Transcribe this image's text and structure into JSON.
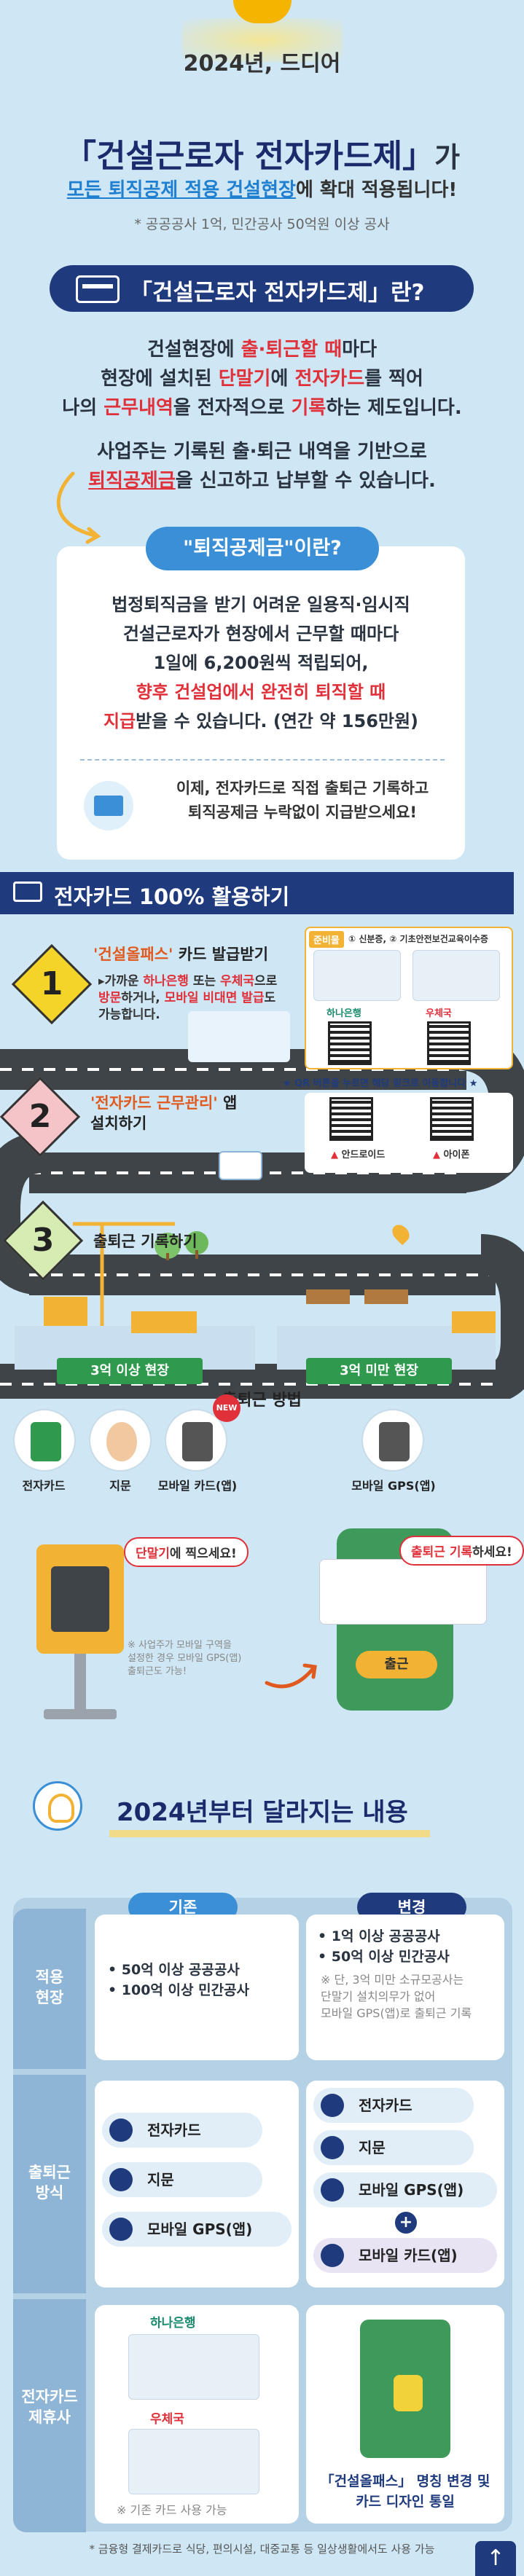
{
  "hero": {
    "year": "2024년, 드디어",
    "title_main": "「건설근로자 전자카드제」",
    "title_suffix": "가",
    "sub_hl": "모든 퇴직공제 적용 건설현장",
    "sub_rest": "에 확대 적용됩니다!",
    "note": "* 공공공사 1억, 민간공사 50억원 이상 공사"
  },
  "section1": {
    "title": "「건설근로자 전자카드제」란?",
    "p1_l1_a": "건설현장에 ",
    "p1_l1_b": "출·퇴근할 때",
    "p1_l1_c": "마다",
    "p1_l2_a": "현장에 설치된 ",
    "p1_l2_b": "단말기",
    "p1_l2_c": "에 ",
    "p1_l2_d": "전자카드",
    "p1_l2_e": "를 찍어",
    "p1_l3_a": "나의 ",
    "p1_l3_b": "근무내역",
    "p1_l3_c": "을 전자적으로 ",
    "p1_l3_d": "기록",
    "p1_l3_e": "하는 제도입니다.",
    "p2_l1": "사업주는 기록된 출·퇴근 내역을 기반으로",
    "p2_l2_a": "퇴직공제금",
    "p2_l2_b": "을 신고하고 납부할 수 있습니다."
  },
  "retirement": {
    "pill": "\"퇴직공제금\"이란?",
    "l1": "법정퇴직금을 받기 어려운 일용직·임시직",
    "l2": "건설근로자가 현장에서 근무할 때마다",
    "l3": "1일에 6,200원씩 적립되어,",
    "l4": "향후 건설업에서 완전히 퇴직할 때",
    "l5_a": "지급",
    "l5_b": "받을 수 있습니다. (연간 약 156만원)",
    "foot1": "이제, 전자카드로 직접 출퇴근 기록하고",
    "foot2": "퇴직공제금 누락없이 지급받으세요!"
  },
  "section2": {
    "title": "전자카드 100% 활용하기",
    "step1": {
      "num": "1",
      "title_a": "'건설올패스'",
      "title_b": " 카드  발급받기",
      "b1": "▸가까운 ",
      "b2": "하나은행",
      "b3": " 또는 ",
      "b4": "우체국",
      "b5": "으로",
      "b6": "방문",
      "b7": "하거나, ",
      "b8": "모바일 비대면 발급",
      "b9": "도",
      "b10": "가능합니다.",
      "docs_tag": "준비물",
      "docs_text": "① 신분증, ② 기초안전보건교육이수증",
      "bank1": "하나은행",
      "bank2": "우체국"
    },
    "step2": {
      "num": "2",
      "title_a": "'전자카드 근무관리'",
      "title_b": " 앱",
      "title_c": "설치하기",
      "qr_note": "★ QR 버튼을 누르면 해당 링크로 이동합니다 ★",
      "qr1": "안드로이드",
      "qr2": "아이폰"
    },
    "step3": {
      "num": "3",
      "title": "출퇴근 기록하기"
    },
    "site_big": "3억 이상 현장",
    "site_small": "3억 미만 현장",
    "method_title": "출퇴근 방법",
    "methods_left": [
      "전자카드",
      "지문",
      "모바일 카드(앱)"
    ],
    "methods_right": [
      "모바일 GPS(앱)"
    ],
    "new_badge": "NEW",
    "bubble_left_a": "단말기",
    "bubble_left_b": "에 찍으세요!",
    "bubble_right_a": "출퇴근 기록",
    "bubble_right_b": "하세요!",
    "left_note1": "※ 사업주가 모바일 구역을",
    "left_note2": "설정한 경우 모바일 GPS(앱)",
    "left_note3": "출퇴근도 가능!",
    "phone_btn": "출근"
  },
  "section3": {
    "title": "2024년부터 달라지는 내용",
    "col_basic": "기존",
    "col_change": "변경",
    "row1_head": [
      "적용",
      "현장"
    ],
    "row1_basic": [
      "• 50억 이상 공공공사",
      "• 100억 이상 민간공사"
    ],
    "row1_change": [
      "• 1억 이상 공공공사",
      "• 50억 이상 민간공사"
    ],
    "row1_note": [
      "※ 단, 3억 미만 소규모공사는",
      "단말기 설치의무가 없어",
      "모바일 GPS(앱)로 출퇴근 기록"
    ],
    "row2_head": [
      "출퇴근",
      "방식"
    ],
    "row2_basic": [
      "전자카드",
      "지문",
      "모바일 GPS(앱)"
    ],
    "row2_change": [
      "전자카드",
      "지문",
      "모바일 GPS(앱)",
      "모바일 카드(앱)"
    ],
    "row3_head": [
      "전자카드",
      "제휴사"
    ],
    "row3_bank1": "하나은행",
    "row3_bank2": "우체국",
    "row3_basic_note": "※ 기존 카드 사용 가능",
    "row3_change_l1": "「건설올패스」 명칭 변경 및",
    "row3_change_l2": "카드 디자인 통일"
  },
  "footnote": "* 금융형 결제카드로 식당, 편의시설, 대중교통 등 일상생활에서도 사용 가능",
  "top_button": "↑",
  "colors": {
    "navy": "#1f3b7e",
    "blue": "#3a8fd6",
    "red": "#e0303a",
    "background": "#cfe6f4",
    "green": "#2f9a4e",
    "yellow": "#f5d42a"
  }
}
